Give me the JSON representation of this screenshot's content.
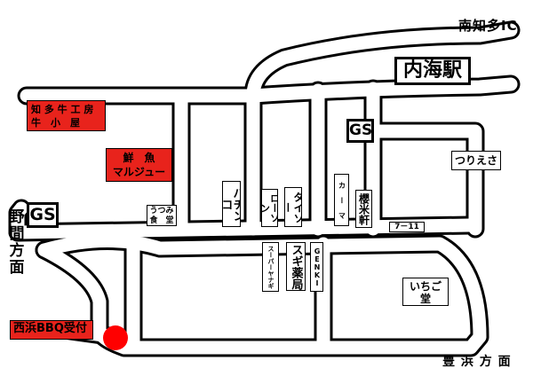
{
  "directions": {
    "minami_chita_ic": "南知多IC",
    "noma_houmen": "野\n間\n方\n面",
    "toyohama_houmen": "豊 浜 方 面"
  },
  "landmarks": {
    "station": "内海駅",
    "gs_right": "GS",
    "gs_left": "GS",
    "tsuriesa": "つりえさ",
    "chita_gyuu": "知 多 牛 工 房\n牛　小　屋",
    "sengyo_marujuu": "鮮　魚\nマルジュー",
    "utsumi_shokudou": "うつみ\n食　堂",
    "pachinko": "パチンコ",
    "lawson": "ローソン",
    "daiso": "ダイソー",
    "ka_ma": "カ ー マ",
    "ouken": "櫻米軒",
    "seven_eleven": "7－11",
    "supermarket_yanagi": "スーパーヤナギ",
    "sugi_drug": "スギ薬局",
    "genki": "GENKI",
    "ichigo_dou": "いちご\n堂",
    "bbq_reception": "西浜BBQ受付"
  },
  "colors": {
    "road_outline": "#000000",
    "road_fill": "#ffffff",
    "highlight": "#e8231c",
    "marker": "#ff0000"
  }
}
